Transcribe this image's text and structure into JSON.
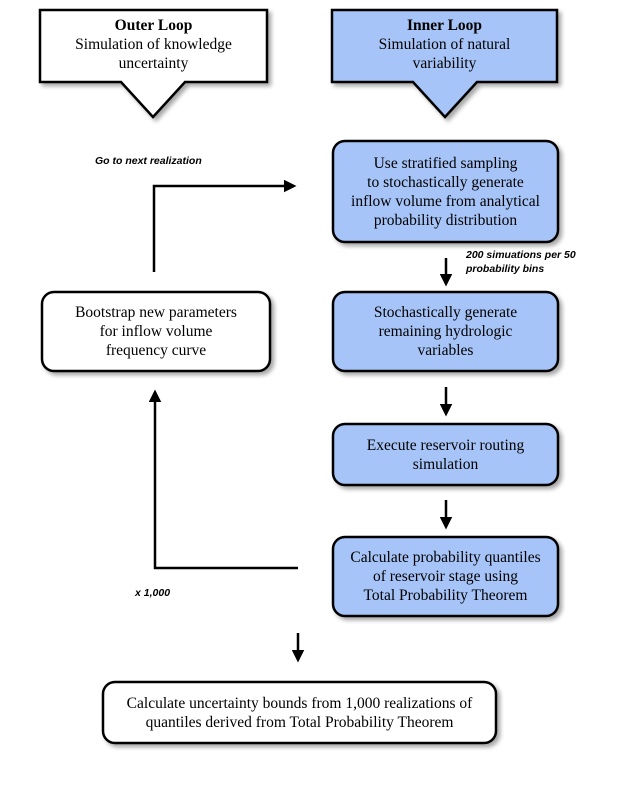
{
  "colors": {
    "inner_fill": "#a6c4f7",
    "outer_fill": "#ffffff",
    "border": "#000000",
    "arrow": "#000000"
  },
  "outer_loop": {
    "title": "Outer Loop",
    "line1": "Simulation of knowledge",
    "line2": "uncertainty"
  },
  "inner_loop": {
    "title": "Inner Loop",
    "line1": "Simulation of natural",
    "line2": "variability"
  },
  "steps": {
    "stratified": {
      "line1": "Use stratified sampling",
      "line2": "to stochastically generate",
      "line3": "inflow volume from analytical",
      "line4": "probability distribution"
    },
    "hydrologic": {
      "line1": "Stochastically generate",
      "line2": "remaining hydrologic",
      "line3": "variables"
    },
    "routing": {
      "line1": "Execute reservoir routing",
      "line2": "simulation"
    },
    "quantiles": {
      "line1": "Calculate probability quantiles",
      "line2": "of reservoir stage using",
      "line3": "Total Probability Theorem"
    },
    "bootstrap": {
      "line1": "Bootstrap new parameters",
      "line2": "for inflow volume",
      "line3": "frequency curve"
    },
    "bounds": {
      "line1": "Calculate uncertainty bounds from 1,000 realizations of",
      "line2": "quantiles derived from Total Probability Theorem"
    }
  },
  "notes": {
    "next_realization": "Go to next realization",
    "simulations_line1": "200 simuations per 50",
    "simulations_line2": "probability bins",
    "times": "x 1,000"
  }
}
